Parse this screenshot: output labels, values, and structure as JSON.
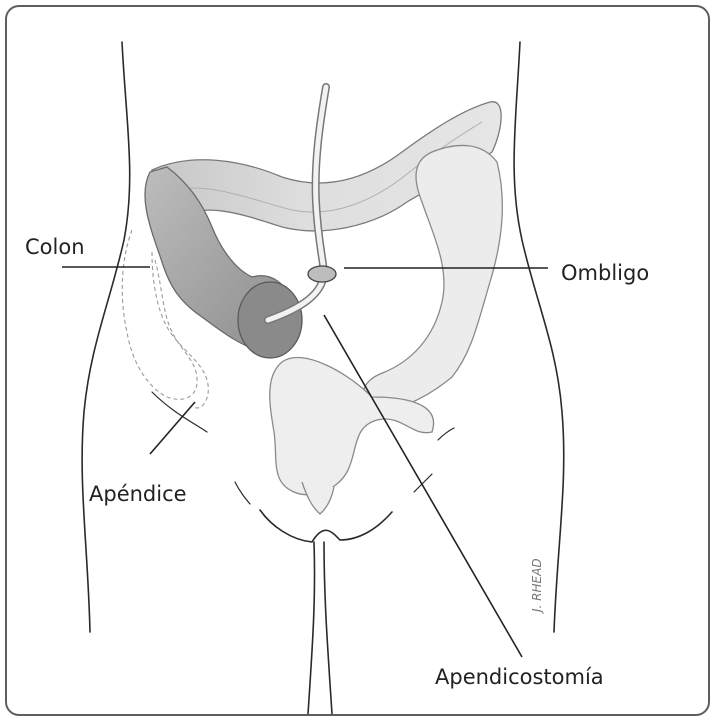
{
  "labels": {
    "colon": "Colon",
    "ombligo": "Ombligo",
    "apendice": "Apéndice",
    "apendicostomia": "Apendicostomía"
  },
  "artist_signature": "J. RHEAD",
  "colors": {
    "outline": "#2a2a2a",
    "colon_fill": "#ececec",
    "colon_dark": "#9a9a9a",
    "cecum": "#8a8a8a",
    "frame": "#5e5e5e"
  }
}
